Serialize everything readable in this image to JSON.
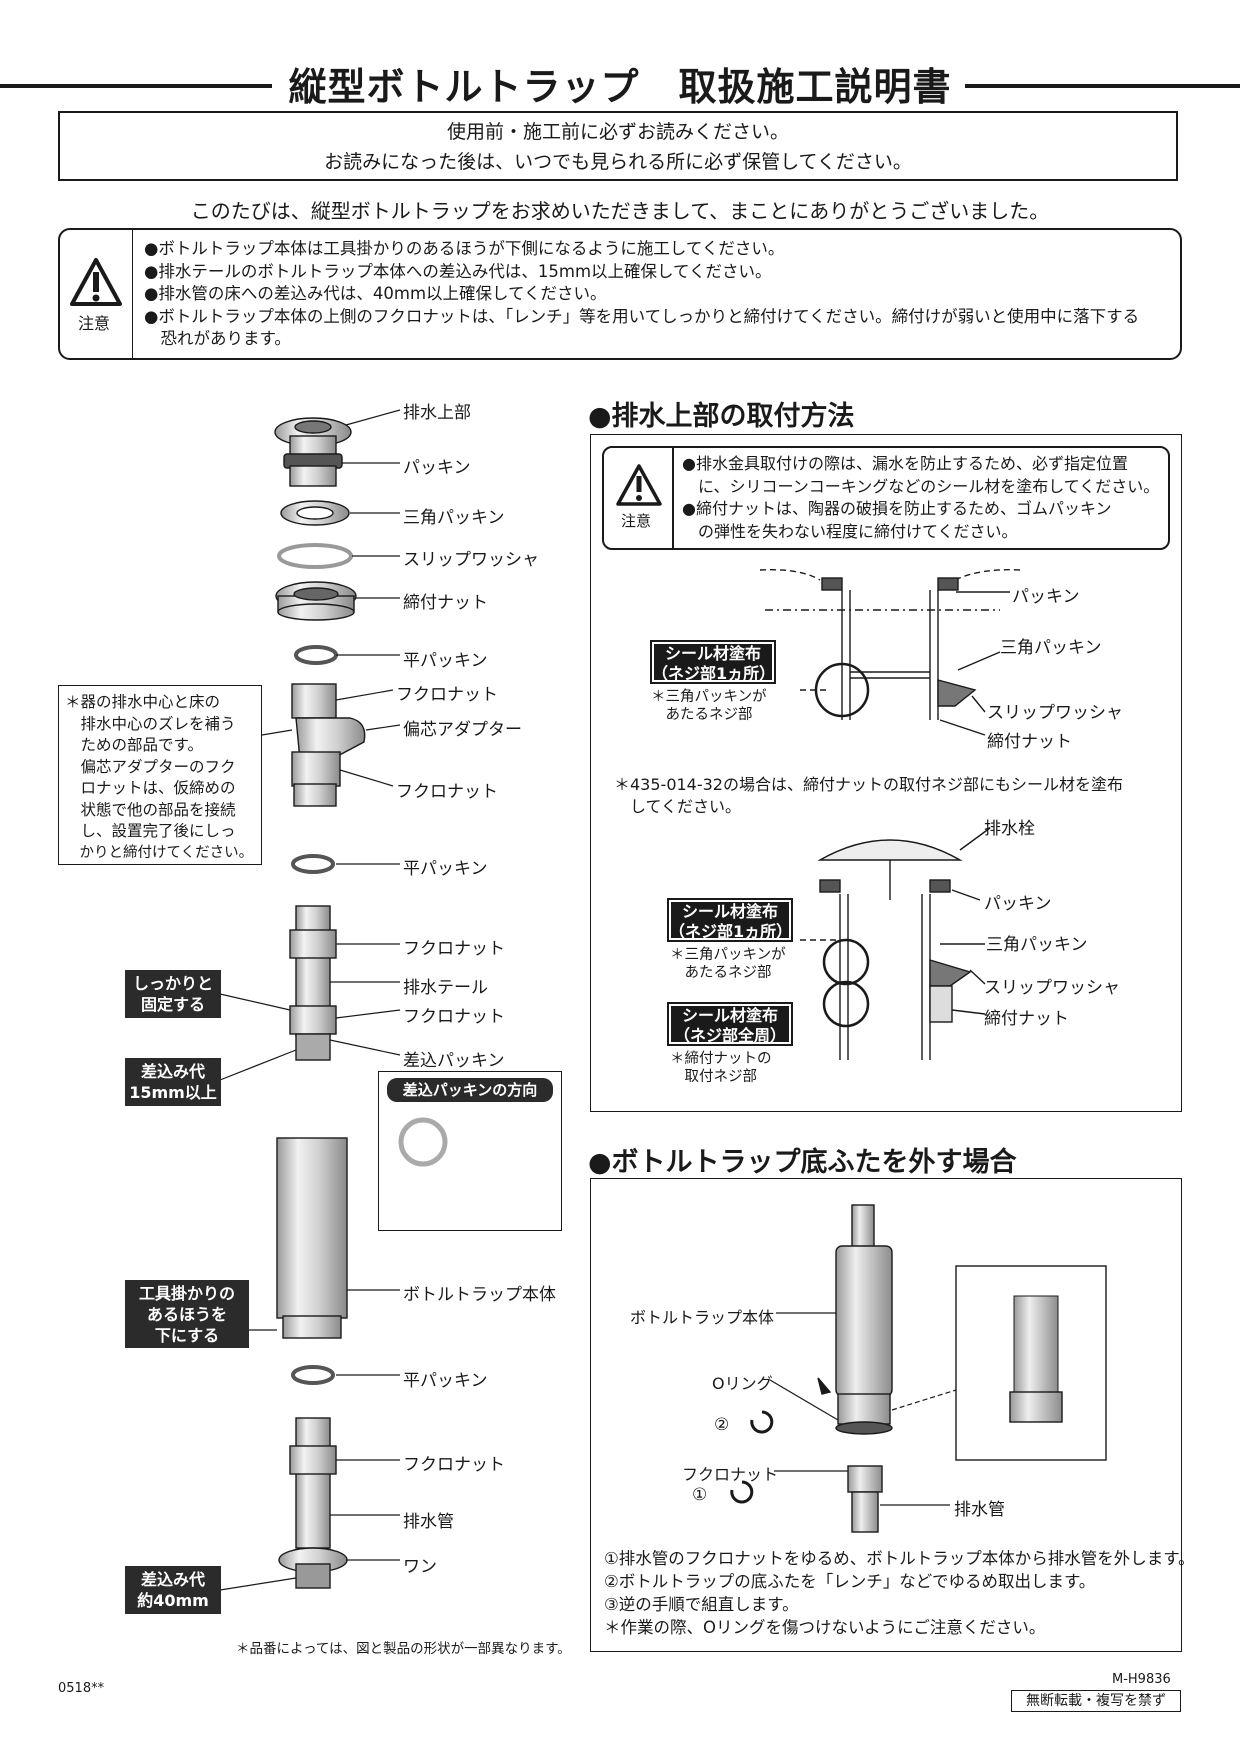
{
  "title": "縦型ボトルトラップ　取扱施工説明書",
  "notice": {
    "line1": "使用前・施工前に必ずお読みください。",
    "line2": "お読みになった後は、いつでも見られる所に必ず保管してください。"
  },
  "thanks": "このたびは、縦型ボトルトラップをお求めいただきまして、まことにありがとうございました。",
  "caution_label": "注意",
  "caution_items": [
    "●ボトルトラップ本体は工具掛かりのあるほうが下側になるように施工してください。",
    "●排水テールのボトルトラップ本体への差込み代は、15mm以上確保してください。",
    "●排水管の床への差込み代は、40mm以上確保してください。",
    "●ボトルトラップ本体の上側のフクロナットは、「レンチ」等を用いてしっかりと締付けてください。締付けが弱いと使用中に落下する",
    "　恐れがあります。"
  ],
  "parts": {
    "drain_top": "排水上部",
    "packing": "パッキン",
    "tri_packing": "三角パッキン",
    "slip_washer": "スリップワッシャ",
    "clamp_nut": "締付ナット",
    "flat_packing_1": "平パッキン",
    "fukuro_nut_1": "フクロナット",
    "eccentric_adapter": "偏芯アダプター",
    "fukuro_nut_2": "フクロナット",
    "flat_packing_2": "平パッキン",
    "fukuro_nut_3": "フクロナット",
    "drain_tail": "排水テール",
    "fukuro_nut_4": "フクロナット",
    "insert_packing": "差込パッキン",
    "bottle_body": "ボトルトラップ本体",
    "flat_packing_3": "平パッキン",
    "fukuro_nut_5": "フクロナット",
    "drain_pipe": "排水管",
    "wan": "ワン"
  },
  "adapter_note": [
    "＊器の排水中心と床の",
    "　排水中心のズレを補う",
    "　ための部品です。",
    "　偏芯アダプターのフク",
    "　ロナットは、仮締めの",
    "　状態で他の部品を接続",
    "　し、設置完了後にしっ",
    "　かりと締付けてください。"
  ],
  "tags": {
    "fix_firmly": [
      "しっかりと",
      "固定する"
    ],
    "insert_15": [
      "差込み代",
      "15mm以上"
    ],
    "tool_down": [
      "工具掛かりの",
      "あるほうを",
      "下にする"
    ],
    "insert_40": [
      "差込み代",
      "約40mm"
    ]
  },
  "insert_packing_direction": "差込パッキンの方向",
  "footnote_left": "＊品番によっては、図と製品の形状が一部異なります。",
  "section1": {
    "heading": "●排水上部の取付方法",
    "caution_label": "注意",
    "caution": [
      "●排水金具取付けの際は、漏水を防止するため、必ず指定位置",
      "　に、シリコーンコーキングなどのシール材を塗布してください。",
      "●締付ナットは、陶器の破損を防止するため、ゴムパッキン",
      "　の弾性を失わない程度に締付けてください。"
    ],
    "d1_labels": {
      "packing": "パッキン",
      "tri_packing": "三角パッキン",
      "slip_washer": "スリップワッシャ",
      "clamp_nut": "締付ナット"
    },
    "seal1": [
      "シール材塗布",
      "（ネジ部1ヵ所）"
    ],
    "seal1_note": [
      "＊三角パッキンが",
      "　あたるネジ部"
    ],
    "model_note": [
      "＊435-014-32の場合は、締付ナットの取付ネジ部にもシール材を塗布",
      "　してください。"
    ],
    "d2_labels": {
      "drain_plug": "排水栓",
      "packing": "パッキン",
      "tri_packing": "三角パッキン",
      "slip_washer": "スリップワッシャ",
      "clamp_nut": "締付ナット"
    },
    "seal2": [
      "シール材塗布",
      "（ネジ部1ヵ所）"
    ],
    "seal2_note": [
      "＊三角パッキンが",
      "　あたるネジ部"
    ],
    "seal3": [
      "シール材塗布",
      "（ネジ部全周）"
    ],
    "seal3_note": [
      "＊締付ナットの",
      "　取付ネジ部"
    ]
  },
  "section2": {
    "heading": "●ボトルトラップ底ふたを外す場合",
    "labels": {
      "bottle_body": "ボトルトラップ本体",
      "o_ring": "Oリング",
      "step2": "②",
      "fukuro_nut": "フクロナット",
      "step1": "①",
      "drain_pipe": "排水管"
    },
    "steps": [
      "①排水管のフクロナットをゆるめ、ボトルトラップ本体から排水管を外します。",
      "②ボトルトラップの底ふたを「レンチ」などでゆるめ取出します。",
      "③逆の手順で組直します。",
      "＊作業の際、Oリングを傷つけないようにご注意ください。"
    ]
  },
  "doc_code_left": "0518**",
  "doc_code_right": "M-H9836",
  "copyright": "無断転載・複写を禁ず"
}
